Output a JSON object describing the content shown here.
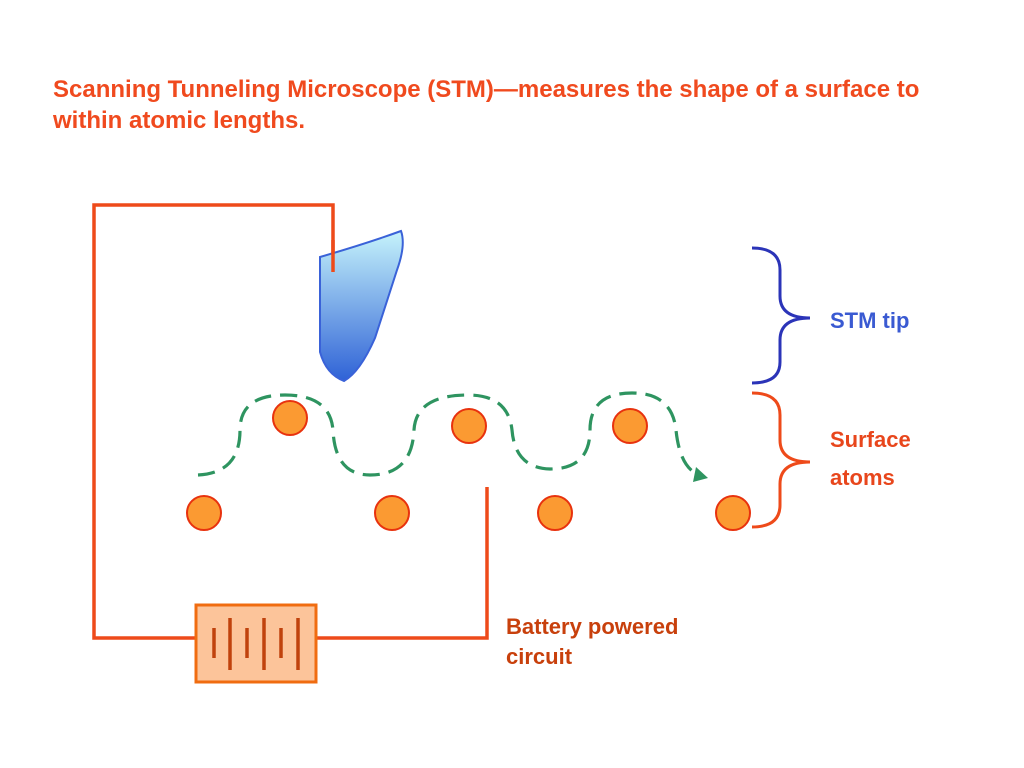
{
  "title": "Scanning Tunneling Microscope (STM)—measures the shape of a surface to within atomic lengths.",
  "labels": {
    "stm_tip": "STM tip",
    "surface_atoms": "Surface atoms",
    "battery": "Battery powered circuit"
  },
  "colors": {
    "title": "#f04a1e",
    "wire": "#ee4a1a",
    "tip_top": "#c6f3fb",
    "tip_bottom": "#2f62d6",
    "atom_fill": "#fb9a32",
    "atom_stroke": "#e8320e",
    "path": "#2e9460",
    "brace_tip": "#2b34b8",
    "brace_atoms": "#ee4a1a",
    "battery_fill": "#fcc49a",
    "battery_stroke": "#f06c10",
    "battery_plates": "#c0420c"
  }
}
